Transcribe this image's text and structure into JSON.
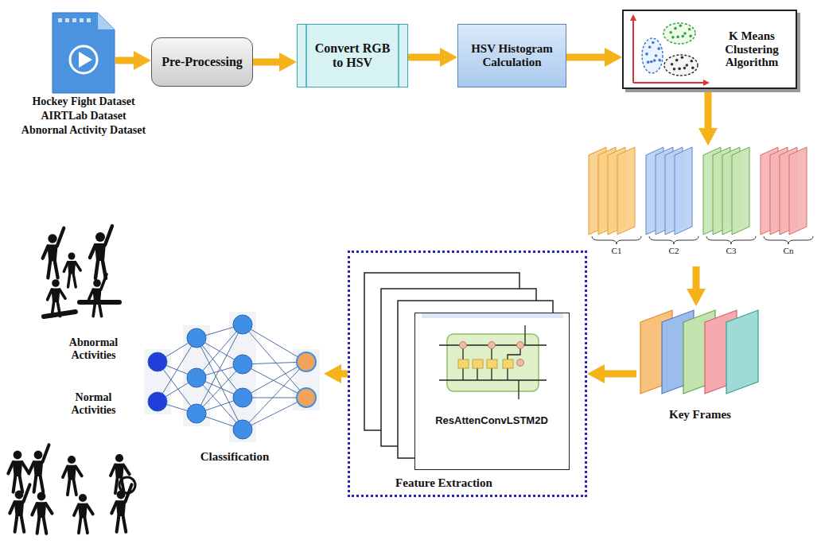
{
  "diagram": {
    "nodes": [
      {
        "text": [
          "Hockey Fight Dataset",
          "AIRTLab Dataset",
          "Abnornal Activity Dataset"
        ]
      },
      {
        "text": [
          "Pre-Processing"
        ]
      },
      {
        "text": [
          "Convert RGB to HSV"
        ]
      },
      {
        "text": [
          "HSV Histogram Calculation"
        ]
      },
      {
        "text": [
          "K Means Clustering Algorithm"
        ]
      },
      {
        "text": [
          "C1",
          "C2",
          "C3",
          "Cn"
        ]
      },
      {
        "text": [
          "Key Frames"
        ]
      },
      {
        "text": [
          "Feature Extraction"
        ]
      },
      {
        "text": [
          "ResAttenConvLSTM2D"
        ],
        "in": 7
      },
      {
        "text": [
          "Classification"
        ]
      }
    ],
    "edges": [
      {
        "from": 0,
        "to": 1,
        "arrow": "to"
      },
      {
        "from": 1,
        "to": 2,
        "arrow": "to"
      },
      {
        "from": 2,
        "to": 3,
        "arrow": "to"
      },
      {
        "from": 3,
        "to": 4,
        "arrow": "to"
      },
      {
        "from": 4,
        "to": 5,
        "arrow": "to"
      },
      {
        "from": 5,
        "to": 6,
        "arrow": "to"
      },
      {
        "from": 6,
        "to": 7,
        "arrow": "to"
      },
      {
        "from": 7,
        "to": 9,
        "arrow": "to"
      }
    ],
    "labels": [
      "Abnormal Activities",
      "Normal Activities"
    ]
  }
}
